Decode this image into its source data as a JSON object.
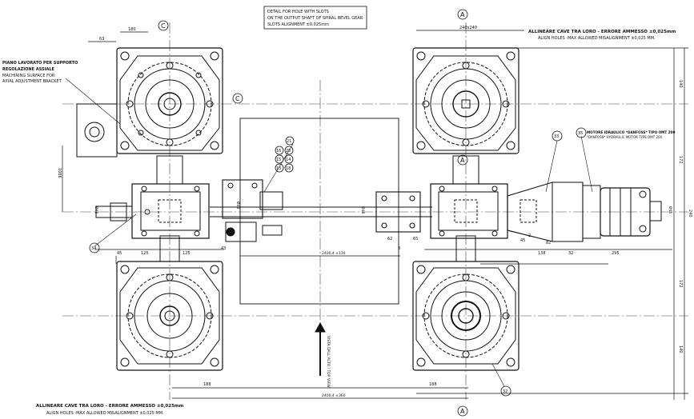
{
  "notes": {
    "top_box": [
      "DETAIL FOR HOLE WITH SLOTS",
      "ON THE OUTPUT SHAFT OF SPIRAL BEVEL GEAR",
      "SLOTS ALIGNMENT ±0,025mm"
    ],
    "top_right": [
      "ALLINEARE CAVE TRA LORO - ERRORE AMMESSO ±0,025mm",
      "ALIGN HOLES -MAX ALLOWED MISALIGNMENT ±0,025 MM."
    ],
    "bottom_left": [
      "ALLINEARE CAVE TRA LORO - ERRORE AMMESSO ±0,025mm",
      "ALIGN HOLES -MAX ALLOWED MISALIGNMENT ±0,025 MM."
    ],
    "left_machining": [
      "PIANO LAVORATO PER SUPPORTO",
      "REGOLAZIONE ASSIALE",
      "MACHINING SURFACE FOR",
      "AXIAL ADJUSTMENT BRACKET"
    ],
    "motor_note": [
      "MOTORE IDRAULICO *DANFOSS* TIPO OMT 200",
      "*DANFOSS* HYDRAULIC MOTOR TYPE OMT 200"
    ],
    "view_arrow_text": "VISTA DALL'ALTO / TOP VIEW"
  },
  "section_marks": {
    "top_a": "A",
    "top_c": "C",
    "right_c": "C",
    "mid_a": "A",
    "bottom_a": "A"
  },
  "balloons": [
    "21",
    "16",
    "20",
    "15",
    "14",
    "13",
    "18",
    "34",
    "33",
    "35",
    "32"
  ],
  "dimensions": {
    "d_180": "180",
    "d_63": "63",
    "d_240x240": "240x240",
    "d_140_top": "140",
    "d_172_top": "172",
    "d_172_bot": "172",
    "d_140_bot": "140",
    "d_1066": "1066",
    "d_125_l": "125",
    "d_125_r": "125",
    "d_45_l": "45",
    "d_45_r": "45",
    "d_43": "43",
    "d_62": "62",
    "d_3": "3",
    "d_65": "65",
    "d_138": "138",
    "d_32": "32",
    "d_295": "295",
    "d_82": "82",
    "d_2": "2",
    "d_188_l": "188",
    "d_188_r": "188",
    "d_130": "2400,4 ±130",
    "d_360": "2400,4 ±360",
    "d_shaft_l": "Ø48",
    "d_shaft_m": "Ø48",
    "d_shaft_r": "Ø48",
    "d_motor": "Ø45",
    "d_right_vert": "240"
  }
}
